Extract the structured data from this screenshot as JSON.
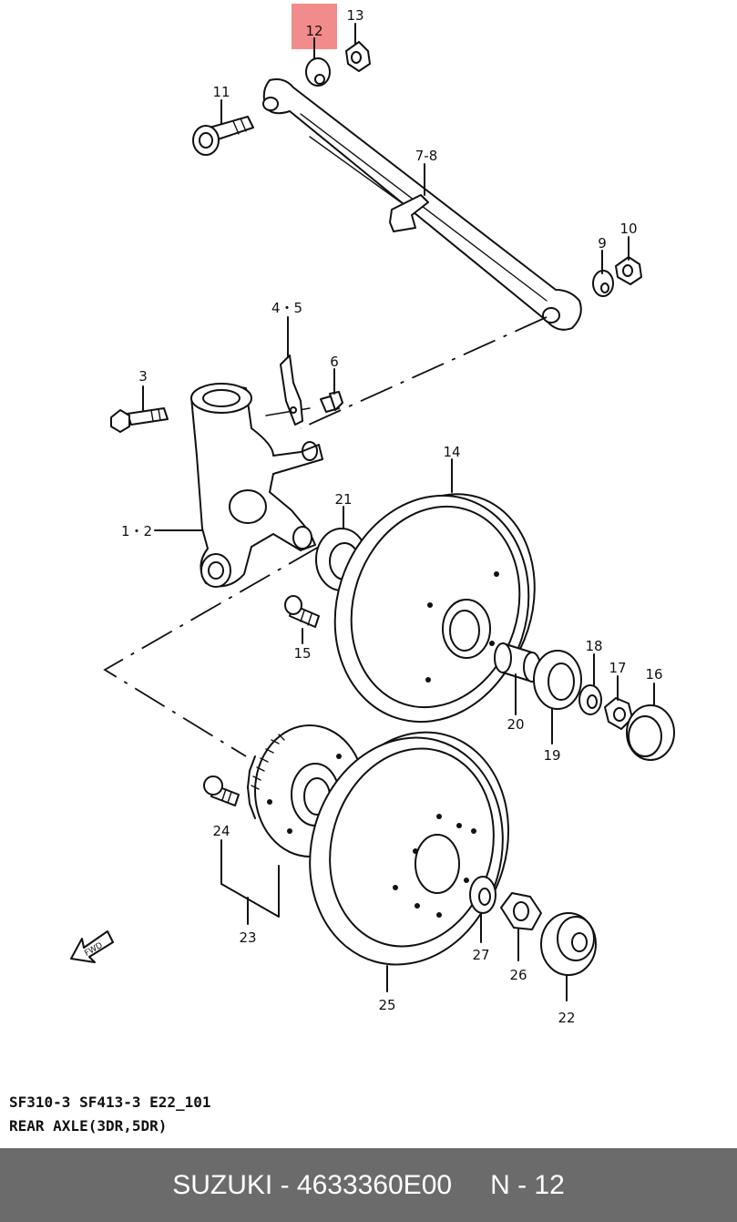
{
  "callouts": {
    "c1_2": "1・2",
    "c3": "3",
    "c4_5": "4・5",
    "c6": "6",
    "c7_8": "7-8",
    "c9": "9",
    "c10": "10",
    "c11": "11",
    "c12": "12",
    "c13": "13",
    "c14": "14",
    "c15": "15",
    "c16": "16",
    "c17": "17",
    "c18": "18",
    "c19": "19",
    "c20": "20",
    "c21": "21",
    "c22": "22",
    "c23": "23",
    "c24": "24",
    "c25": "25",
    "c26": "26",
    "c27": "27"
  },
  "highlight": {
    "part": "12",
    "color": "#f28c8c"
  },
  "fwd_label": "FWD",
  "caption": {
    "codes": "SF310-3 SF413-3 E22_101",
    "title": "REAR AXLE(3DR,5DR)"
  },
  "footer": {
    "brand_part": "SUZUKI - 4633360E00",
    "page": "N - 12",
    "background": "#6b6b6b"
  }
}
